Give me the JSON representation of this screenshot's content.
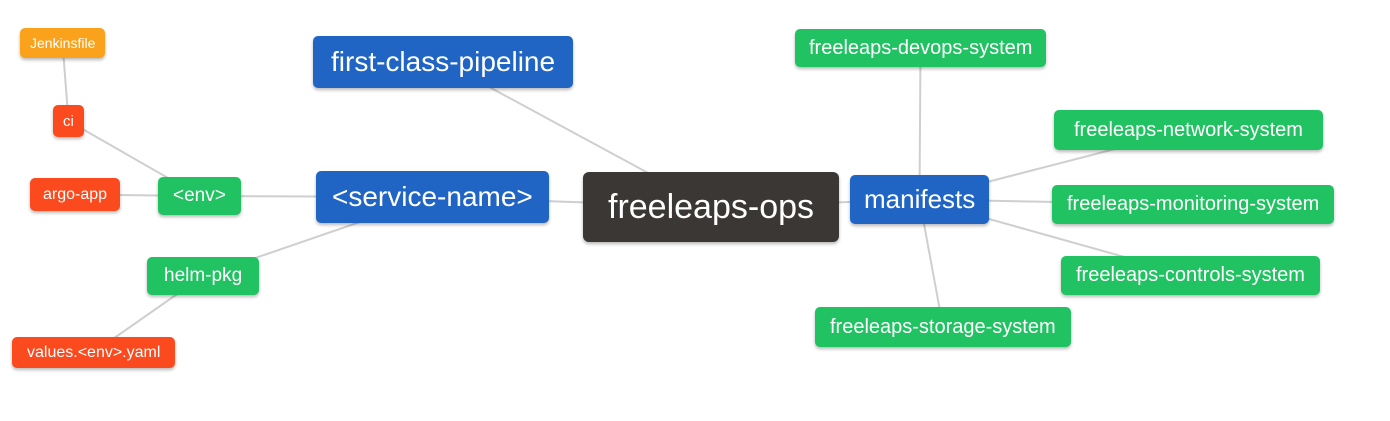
{
  "diagram": {
    "type": "mindmap",
    "root_label": "freeleaps-ops",
    "nodes": [
      {
        "id": "jenkinsfile",
        "label": "Jenkinsfile",
        "role": "file"
      },
      {
        "id": "ci",
        "label": "ci",
        "role": "detail"
      },
      {
        "id": "argo-app",
        "label": "argo-app",
        "role": "detail"
      },
      {
        "id": "env",
        "label": "<env>",
        "role": "leaf"
      },
      {
        "id": "helm-pkg",
        "label": "helm-pkg",
        "role": "leaf"
      },
      {
        "id": "values-env-yaml",
        "label": "values.<env>.yaml",
        "role": "detail"
      },
      {
        "id": "first-class-pipeline",
        "label": "first-class-pipeline",
        "role": "branch"
      },
      {
        "id": "service-name",
        "label": "<service-name>",
        "role": "branch"
      },
      {
        "id": "freeleaps-ops",
        "label": "freeleaps-ops",
        "role": "root"
      },
      {
        "id": "manifests",
        "label": "manifests",
        "role": "branch"
      },
      {
        "id": "devops-system",
        "label": "freeleaps-devops-system",
        "role": "leaf"
      },
      {
        "id": "network-system",
        "label": "freeleaps-network-system",
        "role": "leaf"
      },
      {
        "id": "monitoring-system",
        "label": "freeleaps-monitoring-system",
        "role": "leaf"
      },
      {
        "id": "controls-system",
        "label": "freeleaps-controls-system",
        "role": "leaf"
      },
      {
        "id": "storage-system",
        "label": "freeleaps-storage-system",
        "role": "leaf"
      }
    ],
    "edges": [
      [
        "jenkinsfile",
        "ci"
      ],
      [
        "ci",
        "env"
      ],
      [
        "argo-app",
        "env"
      ],
      [
        "env",
        "service-name"
      ],
      [
        "helm-pkg",
        "service-name"
      ],
      [
        "values-env-yaml",
        "helm-pkg"
      ],
      [
        "first-class-pipeline",
        "freeleaps-ops"
      ],
      [
        "service-name",
        "freeleaps-ops"
      ],
      [
        "freeleaps-ops",
        "manifests"
      ],
      [
        "manifests",
        "devops-system"
      ],
      [
        "manifests",
        "network-system"
      ],
      [
        "manifests",
        "monitoring-system"
      ],
      [
        "manifests",
        "controls-system"
      ],
      [
        "manifests",
        "storage-system"
      ]
    ],
    "colors": {
      "root": "#3B3734",
      "branch": "#2065C4",
      "leaf": "#21C262",
      "detail": "#FA4A1E",
      "file": "#FAA21B",
      "edge": "#CFCFCF",
      "label_text": "#FFFFFF",
      "background": "#FFFFFF"
    },
    "edge_width": 2
  }
}
